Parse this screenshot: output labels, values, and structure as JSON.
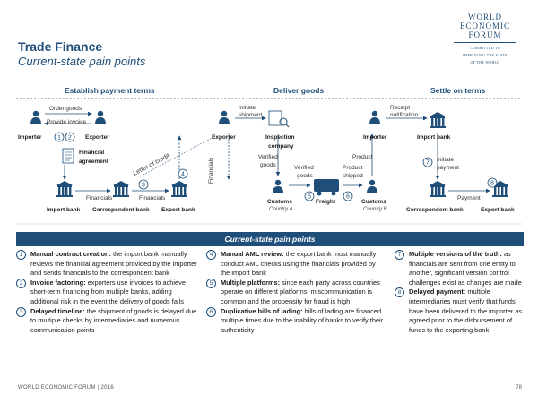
{
  "header": {
    "title": "Trade Finance",
    "subtitle": "Current-state pain points"
  },
  "logo": {
    "line1": "WORLD",
    "line2": "ECONOMIC",
    "line3": "FORUM",
    "tagline1": "COMMITTED TO",
    "tagline2": "IMPROVING THE STATE",
    "tagline3": "OF THE WORLD"
  },
  "sections": {
    "establish": "Establish payment terms",
    "deliver": "Deliver goods",
    "settle": "Settle on terms"
  },
  "diagram": {
    "order_goods": "Order goods",
    "provide_invoice": "Provide invoice",
    "importer": "Importer",
    "exporter": "Exporter",
    "financial_agreement_1": "Financial",
    "financial_agreement_2": "agreement",
    "letter_of_credit": "Letter of credit",
    "financials_vertical": "Financials",
    "financials_left": "Financials",
    "financials_right": "Financials",
    "import_bank": "Import bank",
    "correspondent_bank": "Correspondent bank",
    "export_bank": "Export bank",
    "exporter2": "Exporter",
    "initiate_shipment_1": "Initiate",
    "initiate_shipment_2": "shipment",
    "inspection_company_1": "Inspection",
    "inspection_company_2": "company",
    "verified_goods_1": "Verified",
    "verified_goods_2": "goods",
    "verified_goods_b1": "Verified",
    "verified_goods_b2": "goods",
    "product_1": "Product",
    "product_shipped_1": "Product",
    "product_shipped_2": "shipped",
    "customs_a": "Customs",
    "country_a": "Country A",
    "freight": "Freight",
    "customs_b": "Customs",
    "country_b": "Country B",
    "importer2": "Importer",
    "receipt_1": "Receipt",
    "receipt_2": "notification",
    "import_bank2": "Import bank",
    "initiate_payment_1": "Initiate",
    "initiate_payment_2": "payment",
    "payment": "Payment",
    "correspondent_bank2": "Correspondent bank",
    "export_bank2": "Export bank",
    "n1": "1",
    "n2": "2",
    "n3": "3",
    "n4": "4",
    "n5": "5",
    "n6": "6",
    "n7": "7",
    "n8": "8"
  },
  "pain_points": {
    "heading": "Current-state pain points",
    "items": [
      {
        "num": "1",
        "bold": "Manual contract creation:",
        "text": " the import bank manually reviews the financial agreement provided by the importer and sends financials to the correspondent bank"
      },
      {
        "num": "2",
        "bold": "Invoice factoring:",
        "text": " exporters use invoices to achieve short-term financing from multiple banks, adding additional risk in the event the delivery of goods fails"
      },
      {
        "num": "3",
        "bold": "Delayed timeline:",
        "text": " the shipment of goods is delayed due to multiple checks by intermediaries and numerous communication points"
      },
      {
        "num": "4",
        "bold": "Manual AML review:",
        "text": " the export bank must manually conduct AML checks using the financials provided by the import bank"
      },
      {
        "num": "5",
        "bold": "Multiple platforms:",
        "text": " since each party across countries operate on different platforms, miscommunication is common and the propensity for fraud is high"
      },
      {
        "num": "6",
        "bold": "Duplicative bills of lading:",
        "text": " bills of lading are financed multiple times due to the inability of banks to verify their authenticity"
      },
      {
        "num": "7",
        "bold": "Multiple versions of the truth:",
        "text": " as financials are sent from one entity to another, significant version control challenges exist as changes are made"
      },
      {
        "num": "8",
        "bold": "Delayed payment:",
        "text": " multiple intermediaries must verify that funds have been delivered to the importer as agreed prior to the disbursement of funds to the exporting bank"
      }
    ]
  },
  "footer": {
    "left": "WORLD ECONOMIC FORUM | 2016",
    "page": "78"
  },
  "colors": {
    "brand": "#1f4e79",
    "accent": "#2e75b6"
  }
}
